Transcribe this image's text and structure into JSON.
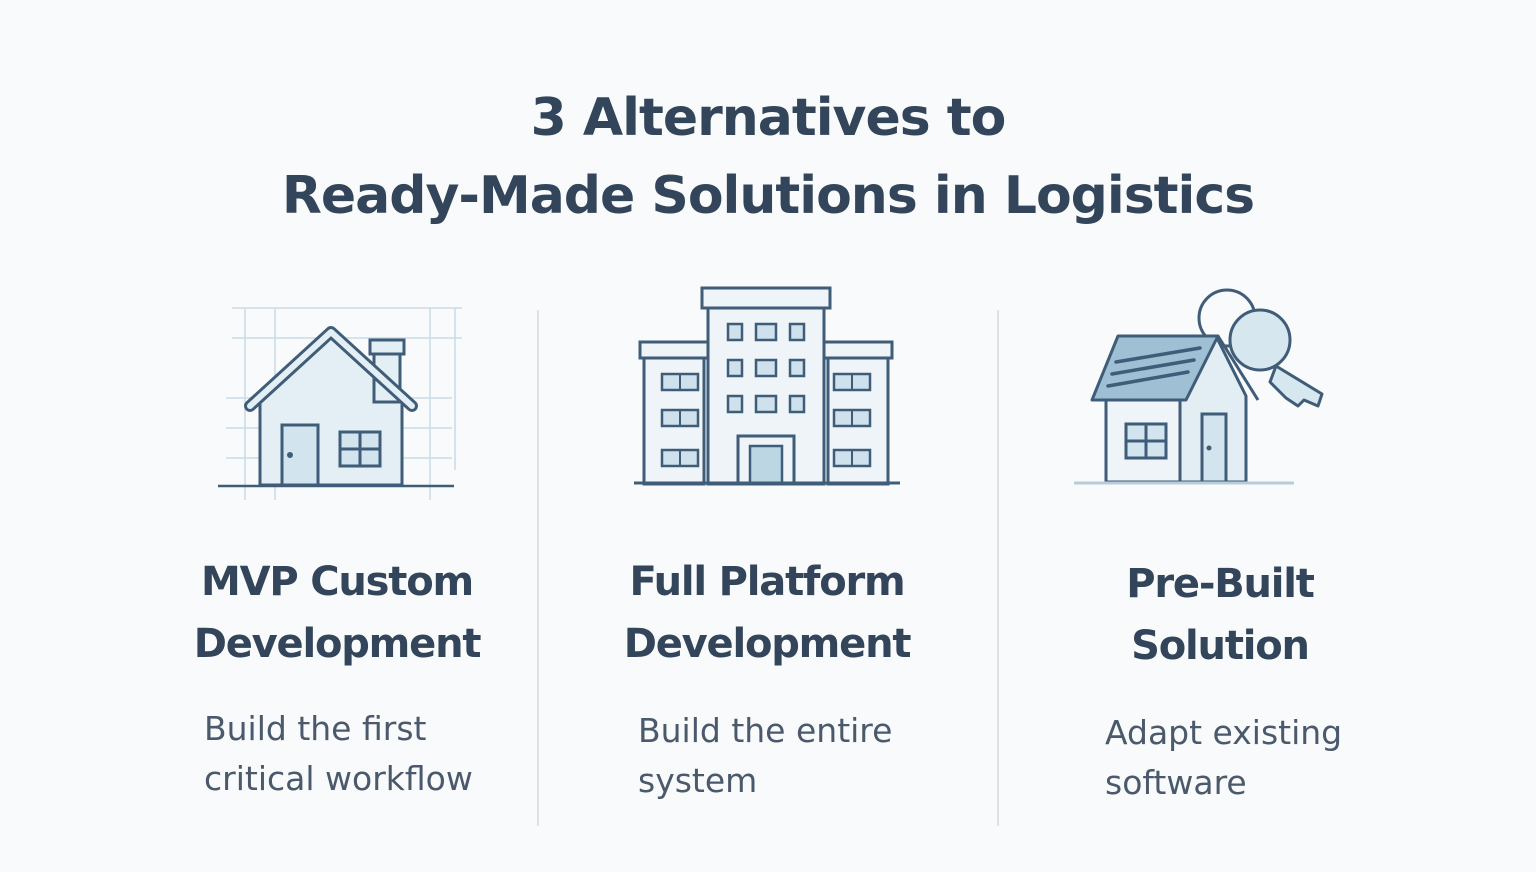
{
  "title": {
    "line1": "3 Alternatives to",
    "line2": "Ready-Made Solutions in Logistics"
  },
  "columns": [
    {
      "icon": "house-blueprint-icon",
      "heading_line1": "MVP Custom",
      "heading_line2": "Development",
      "desc_line1": "Build the first",
      "desc_line2": "critical workflow"
    },
    {
      "icon": "office-building-icon",
      "heading_line1": "Full Platform",
      "heading_line2": "Development",
      "desc_line1": "Build the entire",
      "desc_line2": "system"
    },
    {
      "icon": "house-key-icon",
      "heading_line1": "Pre-Built",
      "heading_line2": "Solution",
      "desc_line1": "Adapt existing",
      "desc_line2": "software"
    }
  ],
  "colors": {
    "stroke": "#3f5d78",
    "fill": "#d7e7f0",
    "text": "#33455a"
  }
}
